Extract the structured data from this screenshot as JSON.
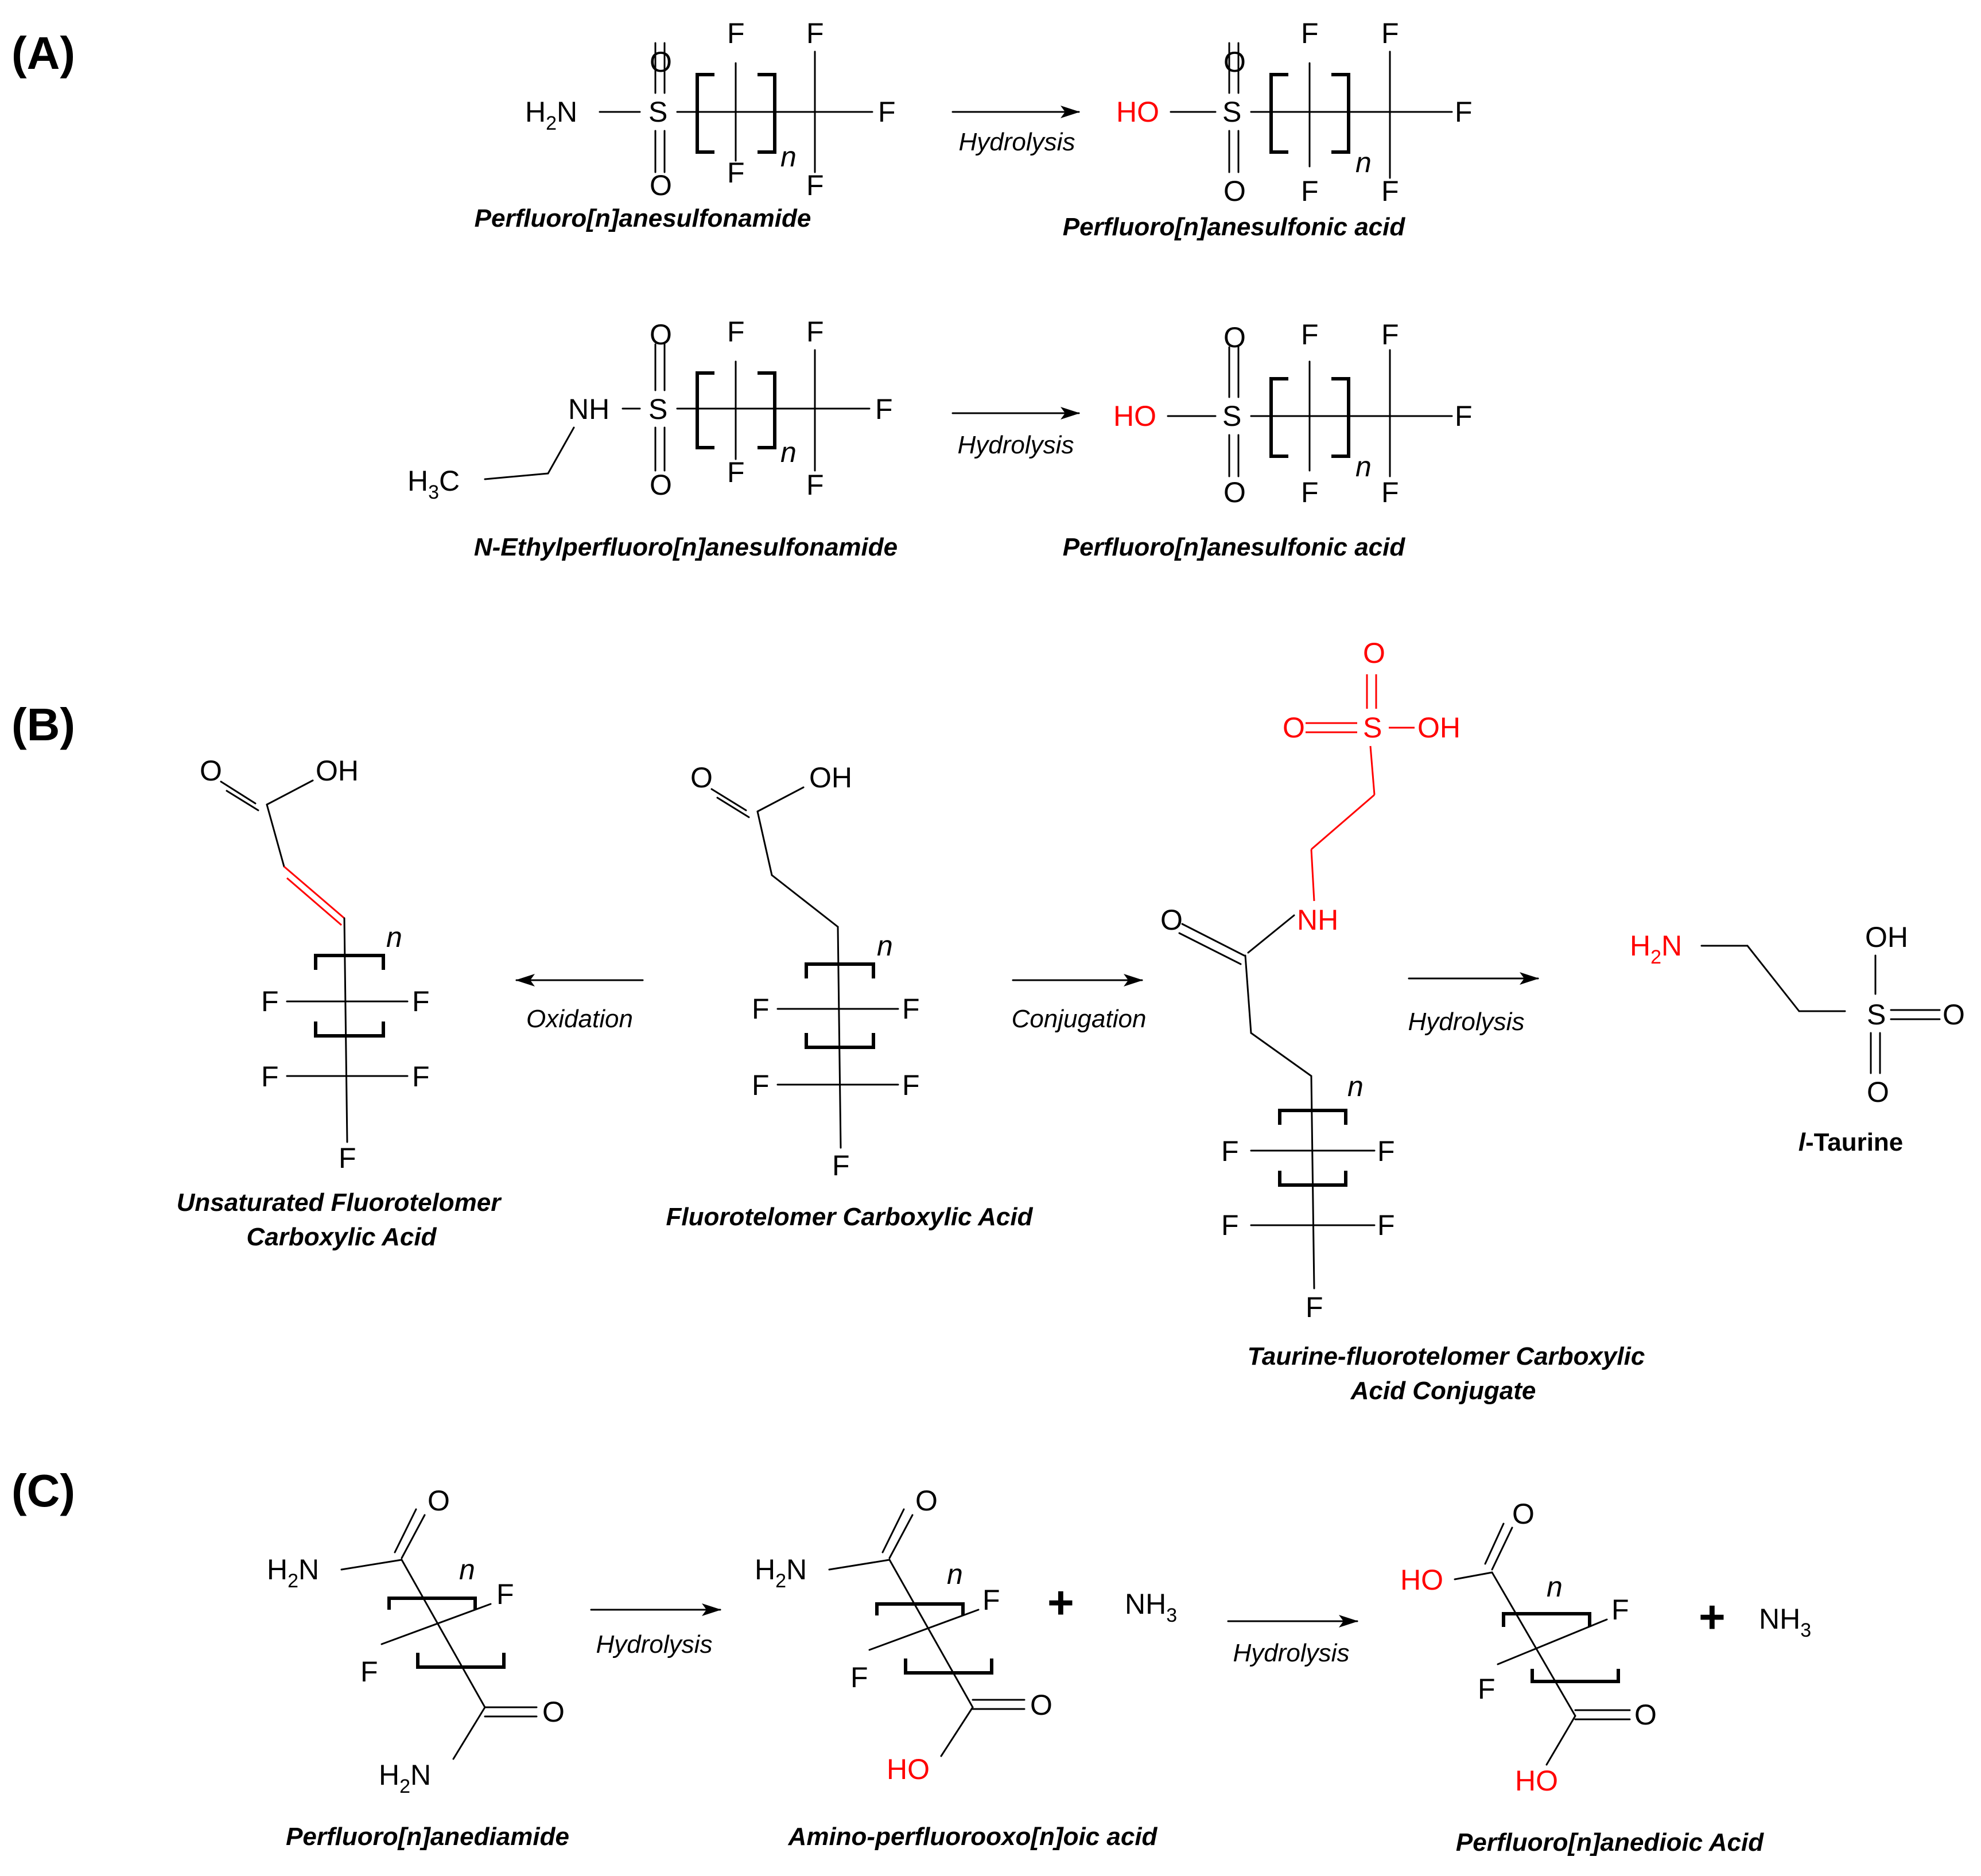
{
  "colors": {
    "highlight": "#ff0000",
    "ink": "#000000"
  },
  "panels": {
    "a": "(A)",
    "b": "(B)",
    "c": "(C)"
  },
  "atoms": {
    "O": "O",
    "F": "F",
    "S": "S",
    "H": "H",
    "N": "N",
    "n": "n",
    "two": "2",
    "three": "3",
    "OH": "OH",
    "HO": "HO",
    "NH": "NH",
    "C": "C",
    "NH3_base": "NH"
  },
  "reactions": {
    "hydrolysis": "Hydrolysis",
    "oxidation": "Oxidation",
    "conjugation": "Conjugation"
  },
  "captions": {
    "a1_reactant": "Perfluoro[n]anesulfonamide",
    "a1_product": "Perfluoro[n]anesulfonic acid",
    "a2_reactant": "N-Ethylperfluoro[n]anesulfonamide",
    "a2_product": "Perfluoro[n]anesulfonic acid",
    "b_unsat_1": "Unsaturated Fluorotelomer",
    "b_unsat_2": "Carboxylic Acid",
    "b_ftca": "Fluorotelomer Carboxylic Acid",
    "b_conj_1": "Taurine-fluorotelomer Carboxylic",
    "b_conj_2": "Acid Conjugate",
    "b_taurine_prefix": "l",
    "b_taurine_suffix": "-Taurine",
    "c_diamide": "Perfluoro[n]anediamide",
    "c_amino": "Amino-perfluorooxo[n]oic acid",
    "c_dioic": "Perfluoro[n]anedioic Acid"
  },
  "plus": "+"
}
